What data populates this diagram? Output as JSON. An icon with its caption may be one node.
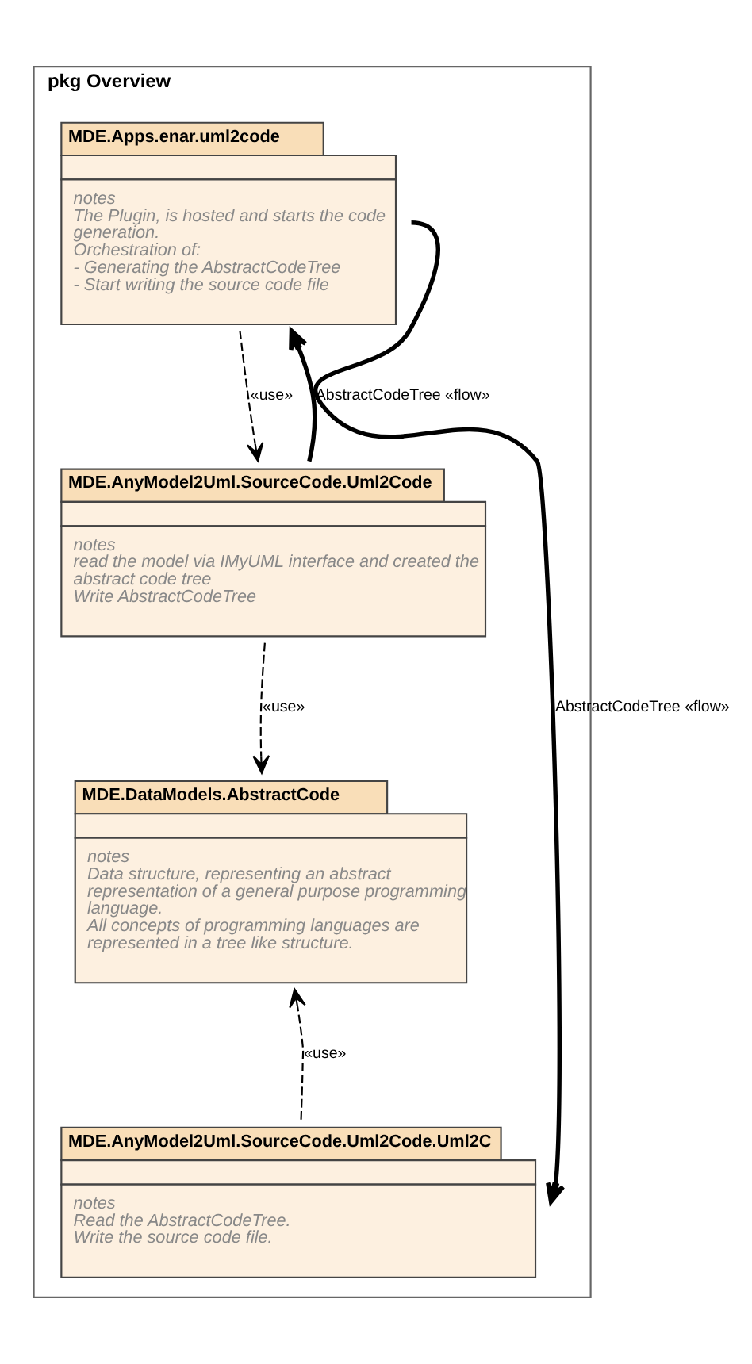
{
  "diagram": {
    "nodes": [
      {
        "text": [
          "pkg Overview"
        ]
      },
      {
        "text": [
          "MDE.Apps.enar.uml2code",
          "notes",
          "The Plugin, is hosted and starts the code generation.",
          "Orchestration of:",
          "- Generating the AbstractCodeTree",
          "- Start writing the source code file"
        ],
        "in": 0
      },
      {
        "text": [
          "MDE.AnyModel2Uml.SourceCode.Uml2Code",
          "notes",
          "read the model via IMyUML interface and created the abstract code tree",
          "Write AbstractCodeTree"
        ],
        "in": 0
      },
      {
        "text": [
          "MDE.DataModels.AbstractCode",
          "notes",
          "Data structure, representing an abstract representation of a general purpose programming language.",
          "All concepts of programming languages are represented in a tree like structure."
        ],
        "in": 0
      },
      {
        "text": [
          "MDE.AnyModel2Uml.SourceCode.Uml2Code.Uml2C",
          "notes",
          "Read the AbstractCodeTree.",
          "Write the source code file."
        ],
        "in": 0
      }
    ],
    "edges": [
      {
        "from": 1,
        "to": 2,
        "arrow": "to",
        "label": "«use»",
        "style": "dashed"
      },
      {
        "from": 2,
        "to": 1,
        "arrow": "to",
        "label": "AbstractCodeTree «flow»",
        "style": "thick"
      },
      {
        "from": 2,
        "to": 3,
        "arrow": "to",
        "label": "«use»",
        "style": "dashed"
      },
      {
        "from": 4,
        "to": 3,
        "arrow": "to",
        "label": "«use»",
        "style": "dashed"
      },
      {
        "from": 1,
        "to": 4,
        "arrow": "to",
        "label": "AbstractCodeTree «flow»",
        "style": "thick"
      }
    ]
  }
}
